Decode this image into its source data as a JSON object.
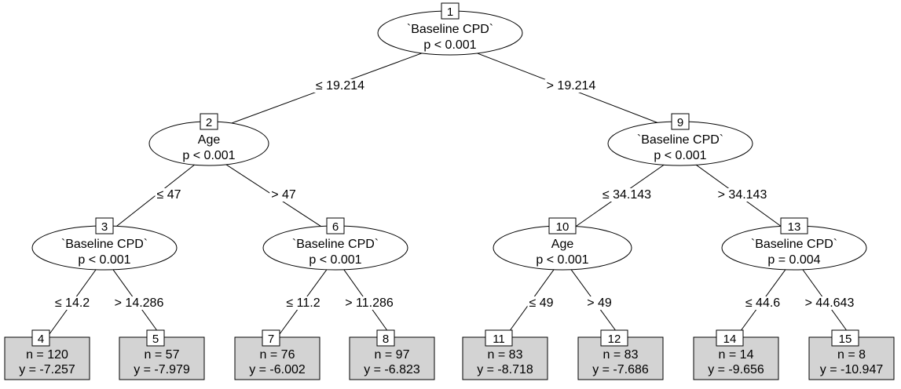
{
  "colors": {
    "background": "#ffffff",
    "stroke": "#000000",
    "terminal_fill": "#d3d3d3",
    "text": "#000000"
  },
  "tree": {
    "inner_nodes": [
      {
        "id": "1",
        "variable": "`Baseline CPD`",
        "pvalue": "p < 0.001"
      },
      {
        "id": "2",
        "variable": "Age",
        "pvalue": "p < 0.001"
      },
      {
        "id": "3",
        "variable": "`Baseline CPD`",
        "pvalue": "p < 0.001"
      },
      {
        "id": "6",
        "variable": "`Baseline CPD`",
        "pvalue": "p < 0.001"
      },
      {
        "id": "9",
        "variable": "`Baseline CPD`",
        "pvalue": "p < 0.001"
      },
      {
        "id": "10",
        "variable": "Age",
        "pvalue": "p < 0.001"
      },
      {
        "id": "13",
        "variable": "`Baseline CPD`",
        "pvalue": "p = 0.004"
      }
    ],
    "terminal_nodes": [
      {
        "id": "4",
        "n": "n = 120",
        "y": "y = -7.257"
      },
      {
        "id": "5",
        "n": "n = 57",
        "y": "y = -7.979"
      },
      {
        "id": "7",
        "n": "n = 76",
        "y": "y = -6.002"
      },
      {
        "id": "8",
        "n": "n = 97",
        "y": "y = -6.823"
      },
      {
        "id": "11",
        "n": "n = 83",
        "y": "y = -8.718"
      },
      {
        "id": "12",
        "n": "n = 83",
        "y": "y = -7.686"
      },
      {
        "id": "14",
        "n": "n = 14",
        "y": "y = -9.656"
      },
      {
        "id": "15",
        "n": "n = 8",
        "y": "y = -10.947"
      }
    ],
    "edges": [
      {
        "from": "1",
        "to": "2",
        "label": "≤ 19.214"
      },
      {
        "from": "1",
        "to": "9",
        "label": "> 19.214"
      },
      {
        "from": "2",
        "to": "3",
        "label": "≤ 47"
      },
      {
        "from": "2",
        "to": "6",
        "label": "> 47"
      },
      {
        "from": "3",
        "to": "4",
        "label": "≤ 14.2"
      },
      {
        "from": "3",
        "to": "5",
        "label": "> 14.286"
      },
      {
        "from": "6",
        "to": "7",
        "label": "≤ 11.2"
      },
      {
        "from": "6",
        "to": "8",
        "label": "> 11.286"
      },
      {
        "from": "9",
        "to": "10",
        "label": "≤ 34.143"
      },
      {
        "from": "9",
        "to": "13",
        "label": "> 34.143"
      },
      {
        "from": "10",
        "to": "11",
        "label": "≤ 49"
      },
      {
        "from": "10",
        "to": "12",
        "label": "> 49"
      },
      {
        "from": "13",
        "to": "14",
        "label": "≤ 44.6"
      },
      {
        "from": "13",
        "to": "15",
        "label": "> 44.643"
      }
    ]
  }
}
